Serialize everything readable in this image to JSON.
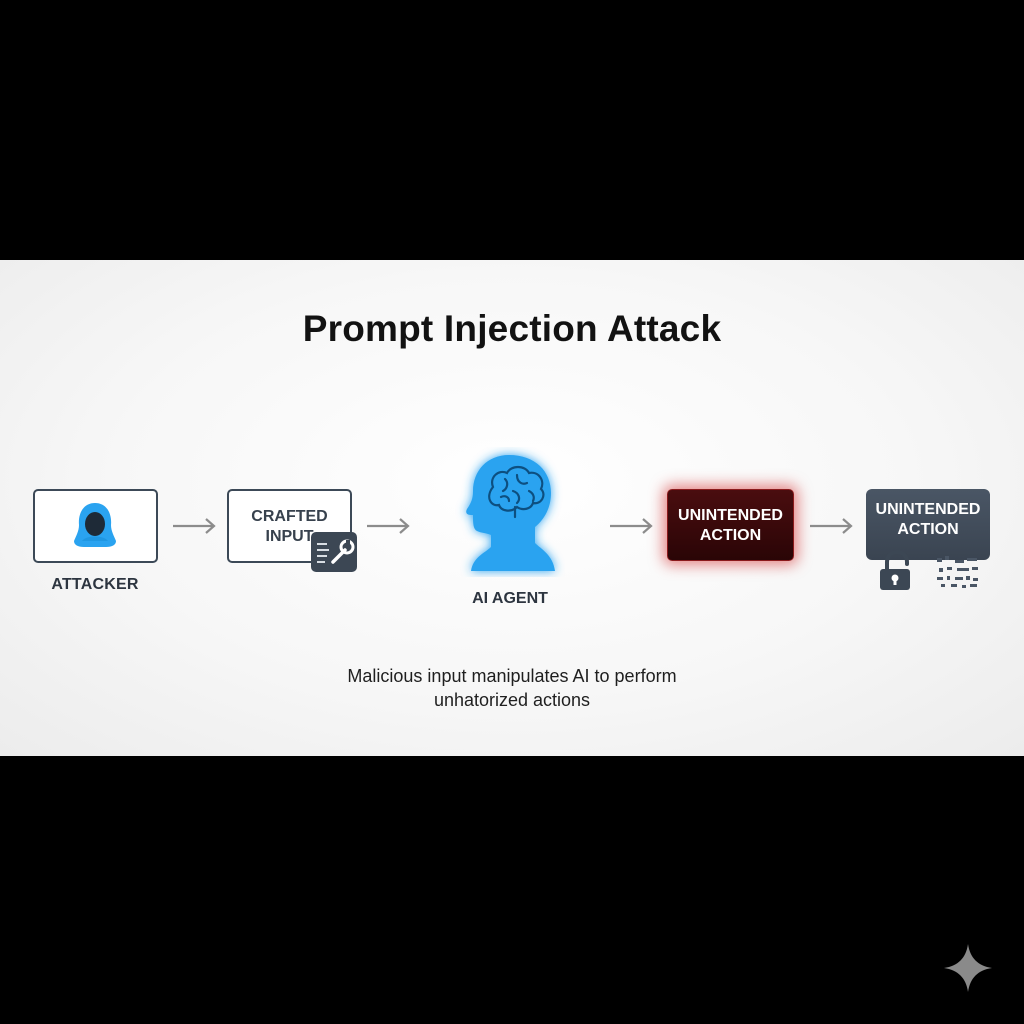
{
  "title": "Prompt Injection Attack",
  "nodes": {
    "attacker": {
      "label": "ATTACKER",
      "icon": "hooded-figure-icon"
    },
    "crafted_input": {
      "line1": "CRAFTED",
      "line2": "INPUT",
      "badge_icon": "wrench-icon"
    },
    "ai_agent": {
      "label": "AI AGENT",
      "icon": "brain-head-icon"
    },
    "unintended_red": {
      "line1": "UNINTENDED",
      "line2": "ACTION"
    },
    "unintended_gray": {
      "line1": "UNINTENDED",
      "line2": "ACTION",
      "icons": [
        "unlocked-padlock-icon",
        "scattered-data-icon"
      ]
    }
  },
  "caption": {
    "line1": "Malicious input manipulates AI to perform",
    "line2": "unhatorized actions"
  },
  "colors": {
    "accent_blue": "#2aa3f0",
    "dark_slate": "#3c4957",
    "danger_red": "#4a0d0f",
    "arrow_gray": "#8c8c8c"
  }
}
